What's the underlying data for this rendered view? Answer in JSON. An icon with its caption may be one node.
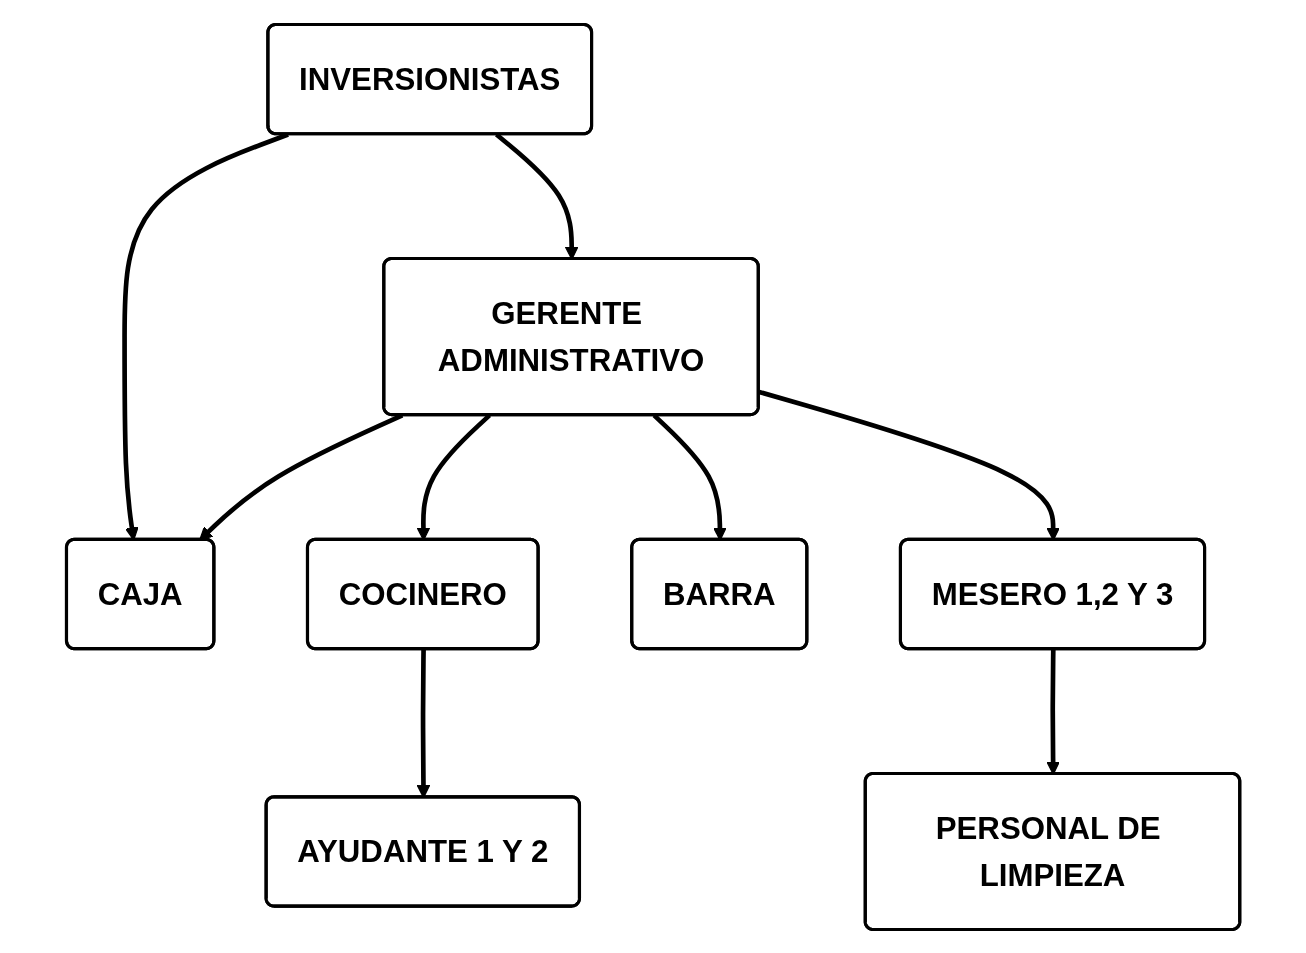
{
  "diagram": {
    "nodes": [
      {
        "text": [
          "INVERSIONISTAS"
        ]
      },
      {
        "text": [
          "CAJA"
        ]
      },
      {
        "text": [
          "GERENTE ADMINISTRATIVO"
        ]
      },
      {
        "text": [
          "COCINERO"
        ]
      },
      {
        "text": [
          "BARRA"
        ]
      },
      {
        "text": [
          "MESERO 1,2 Y 3"
        ]
      },
      {
        "text": [
          "AYUDANTE 1 Y 2"
        ]
      },
      {
        "text": [
          "PERSONAL DE LIMPIEZA"
        ]
      }
    ],
    "edges": [
      {
        "from": 0,
        "to": 1,
        "arrow": "to"
      },
      {
        "from": 0,
        "to": 2,
        "arrow": "to"
      },
      {
        "from": 2,
        "to": 1,
        "arrow": "to"
      },
      {
        "from": 2,
        "to": 3,
        "arrow": "to"
      },
      {
        "from": 2,
        "to": 4,
        "arrow": "to"
      },
      {
        "from": 2,
        "to": 5,
        "arrow": "to"
      },
      {
        "from": 3,
        "to": 6,
        "arrow": "to"
      },
      {
        "from": 5,
        "to": 7,
        "arrow": "to"
      }
    ]
  }
}
